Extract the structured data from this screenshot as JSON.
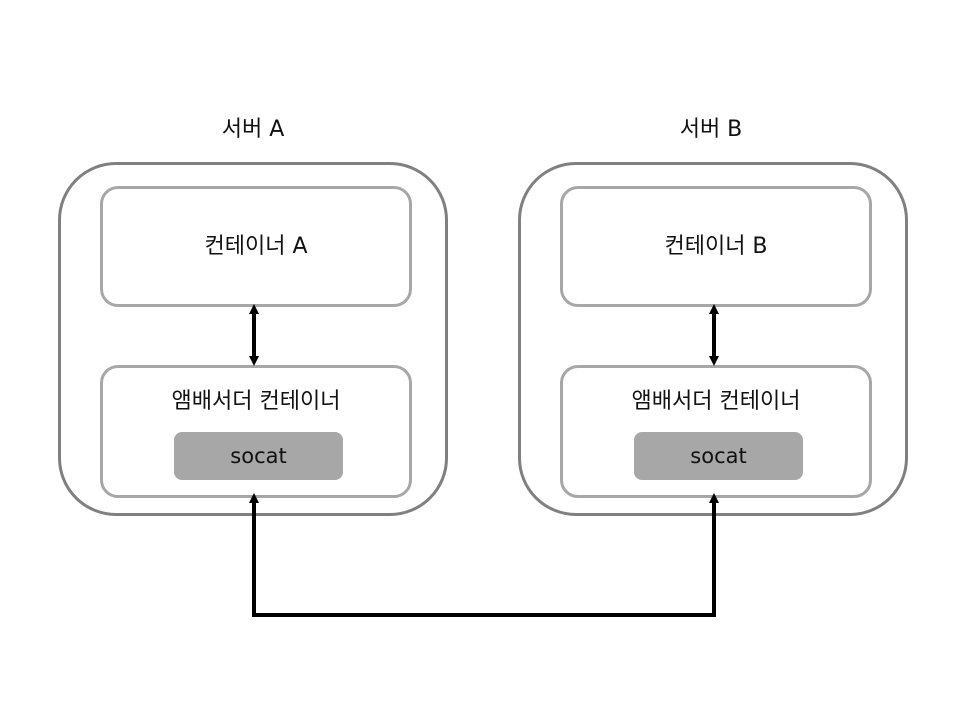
{
  "servers": [
    {
      "title": "서버 A",
      "container_label": "컨테이너 A",
      "ambassador_label": "앰배서더 컨테이너",
      "socat_label": "socat"
    },
    {
      "title": "서버 B",
      "container_label": "컨테이너 B",
      "ambassador_label": "앰배서더 컨테이너",
      "socat_label": "socat"
    }
  ]
}
